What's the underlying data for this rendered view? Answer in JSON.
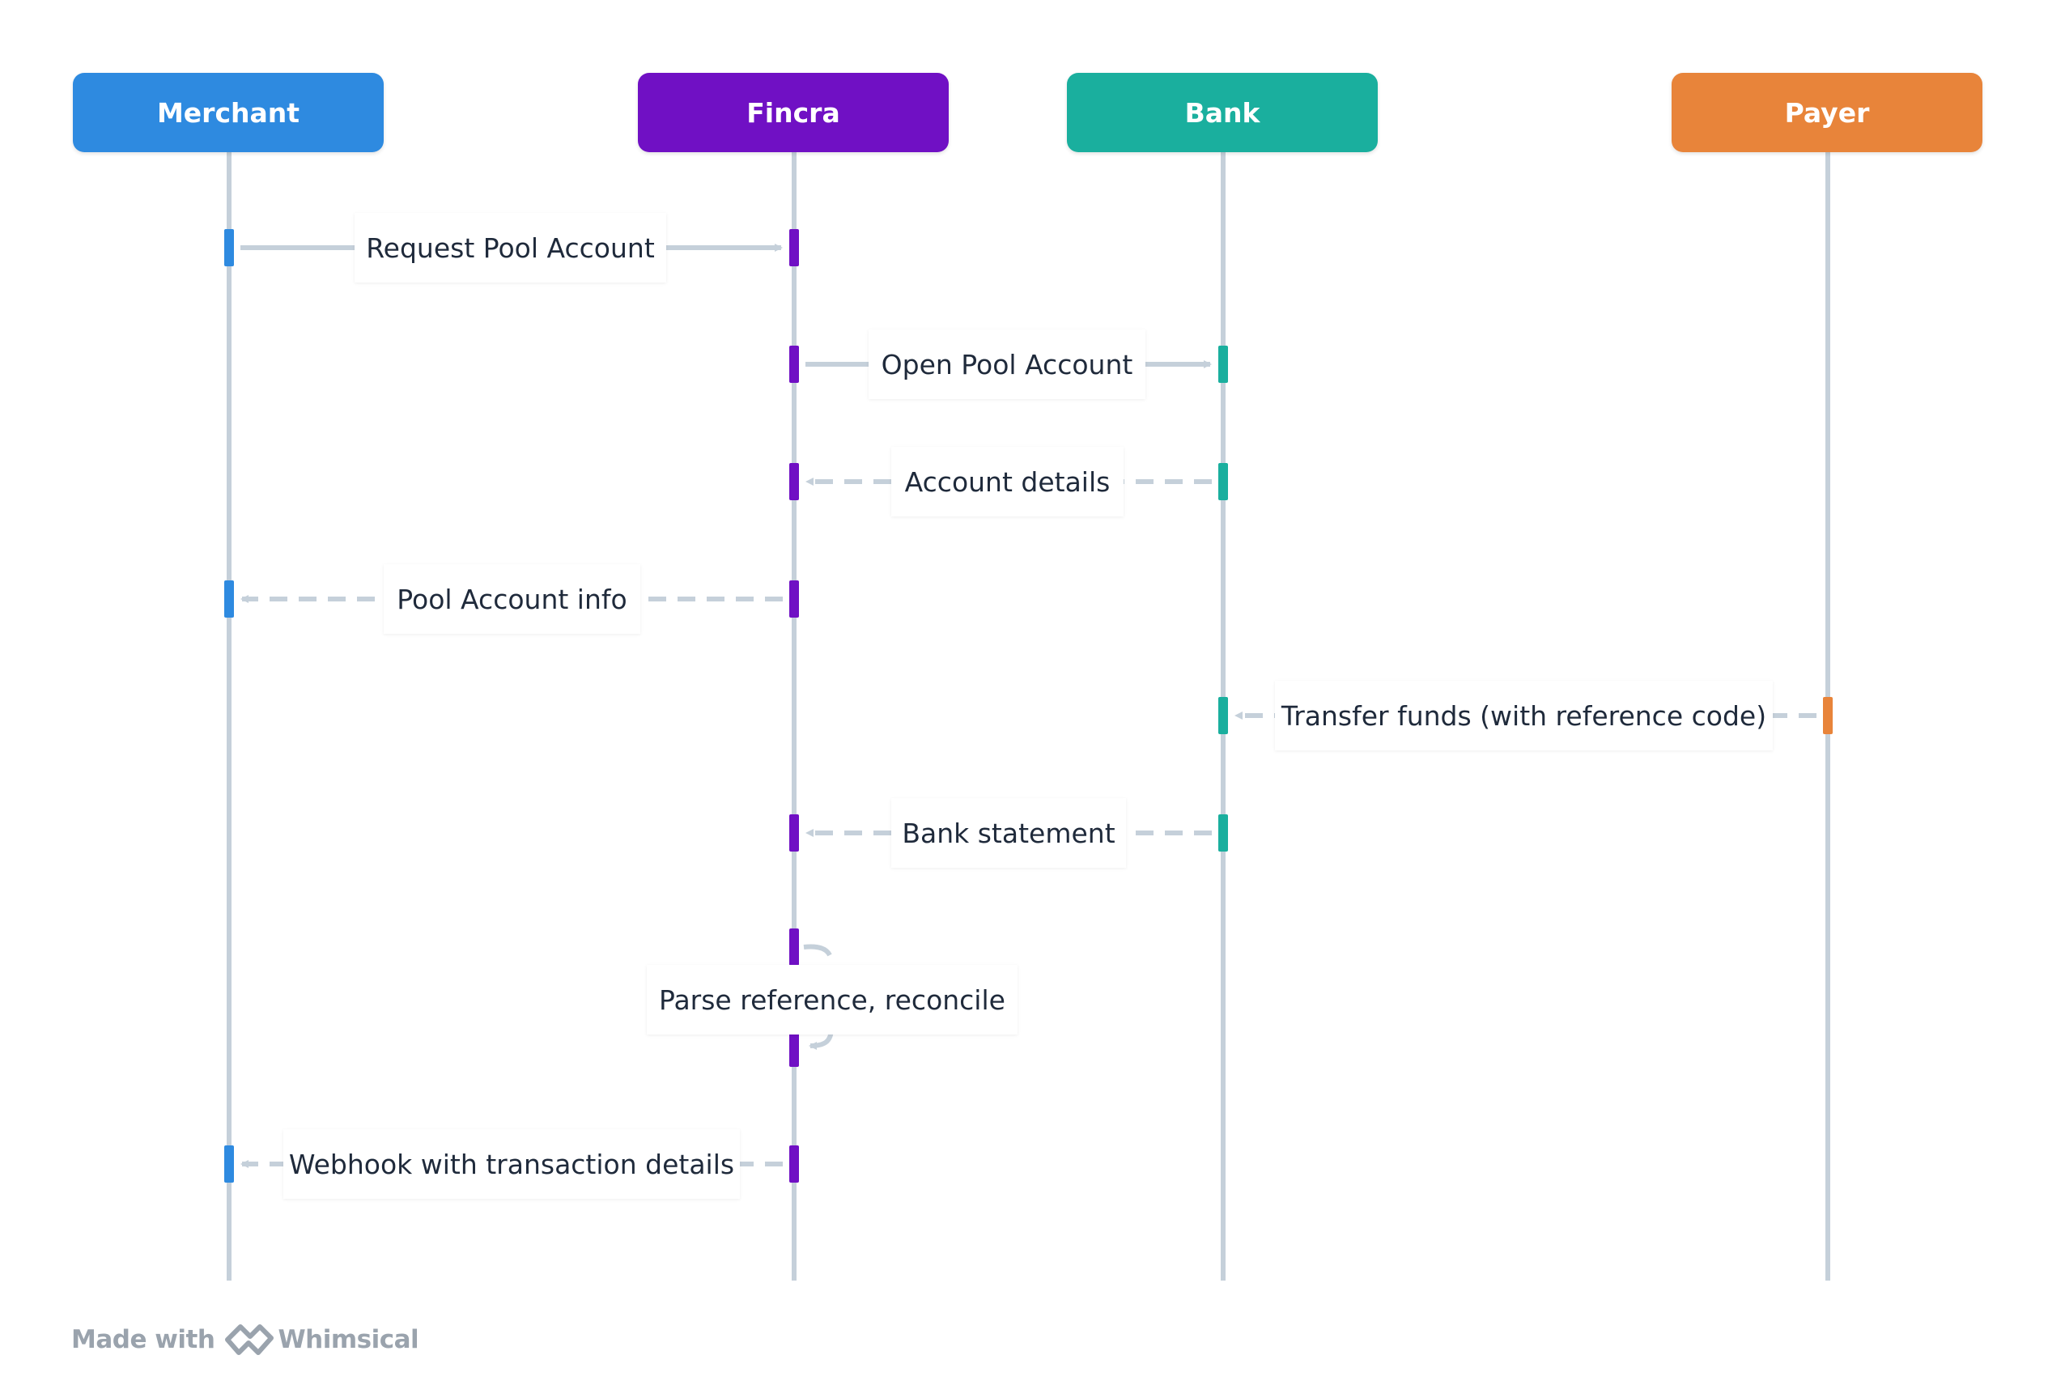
{
  "actors": [
    {
      "name": "Merchant",
      "color": "#2e8ae0"
    },
    {
      "name": "Fincra",
      "color": "#7010c4"
    },
    {
      "name": "Bank",
      "color": "#1aaf9e"
    },
    {
      "name": "Payer",
      "color": "#e8843a"
    }
  ],
  "messages": [
    {
      "from": "Merchant",
      "to": "Fincra",
      "label": "Request Pool Account",
      "style": "solid"
    },
    {
      "from": "Fincra",
      "to": "Bank",
      "label": "Open Pool Account",
      "style": "solid"
    },
    {
      "from": "Bank",
      "to": "Fincra",
      "label": "Account details",
      "style": "dashed"
    },
    {
      "from": "Fincra",
      "to": "Merchant",
      "label": "Pool Account info",
      "style": "dashed"
    },
    {
      "from": "Payer",
      "to": "Bank",
      "label": "Transfer funds (with reference code)",
      "style": "dashed"
    },
    {
      "from": "Bank",
      "to": "Fincra",
      "label": "Bank statement",
      "style": "dashed"
    },
    {
      "from": "Fincra",
      "to": "Fincra",
      "label": "Parse reference, reconcile",
      "style": "self"
    },
    {
      "from": "Fincra",
      "to": "Merchant",
      "label": "Webhook with transaction details",
      "style": "dashed"
    }
  ],
  "colors": {
    "lifeline": "#c5d0da",
    "arrow": "#c5d0da",
    "text": "#1f2a3b"
  },
  "footer": {
    "made_with": "Made with",
    "brand": "Whimsical",
    "logo_icon": "whimsical-logo-icon"
  }
}
